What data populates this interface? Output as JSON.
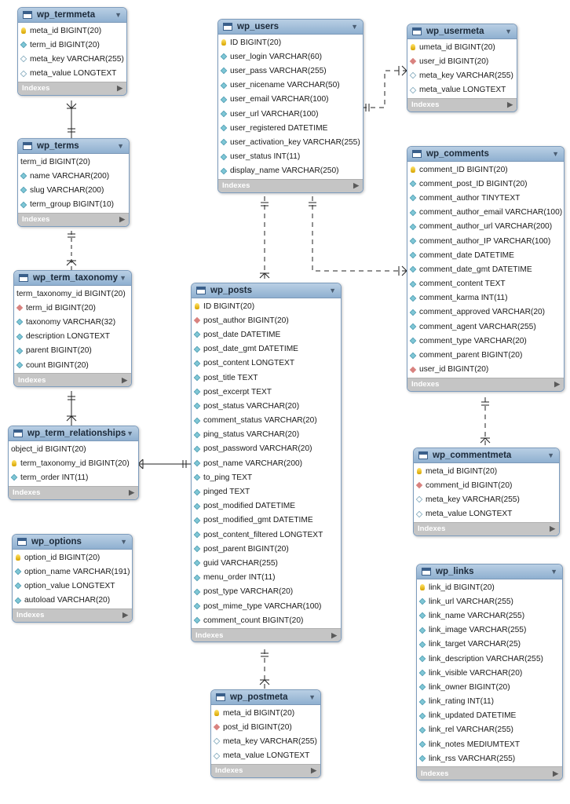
{
  "diagram": {
    "indexes_label": "Indexes",
    "tables": [
      {
        "name": "wp_termmeta",
        "columns": [
          {
            "text": "meta_id BIGINT(20)",
            "marker": "pk"
          },
          {
            "text": "term_id BIGINT(20)",
            "marker": "dia"
          },
          {
            "text": "meta_key VARCHAR(255)",
            "marker": "dia-o"
          },
          {
            "text": "meta_value LONGTEXT",
            "marker": "dia-o"
          }
        ]
      },
      {
        "name": "wp_terms",
        "columns": [
          {
            "text": "term_id BIGINT(20)",
            "marker": "none"
          },
          {
            "text": "name VARCHAR(200)",
            "marker": "dia"
          },
          {
            "text": "slug VARCHAR(200)",
            "marker": "dia"
          },
          {
            "text": "term_group BIGINT(10)",
            "marker": "dia"
          }
        ]
      },
      {
        "name": "wp_term_taxonomy",
        "columns": [
          {
            "text": "term_taxonomy_id BIGINT(20)",
            "marker": "none"
          },
          {
            "text": "term_id BIGINT(20)",
            "marker": "fk"
          },
          {
            "text": "taxonomy VARCHAR(32)",
            "marker": "dia"
          },
          {
            "text": "description LONGTEXT",
            "marker": "dia"
          },
          {
            "text": "parent BIGINT(20)",
            "marker": "dia"
          },
          {
            "text": "count BIGINT(20)",
            "marker": "dia"
          }
        ]
      },
      {
        "name": "wp_term_relationships",
        "columns": [
          {
            "text": "object_id BIGINT(20)",
            "marker": "none"
          },
          {
            "text": "term_taxonomy_id BIGINT(20)",
            "marker": "pk"
          },
          {
            "text": "term_order INT(11)",
            "marker": "dia"
          }
        ]
      },
      {
        "name": "wp_options",
        "columns": [
          {
            "text": "option_id BIGINT(20)",
            "marker": "pk"
          },
          {
            "text": "option_name VARCHAR(191)",
            "marker": "dia"
          },
          {
            "text": "option_value LONGTEXT",
            "marker": "dia"
          },
          {
            "text": "autoload VARCHAR(20)",
            "marker": "dia"
          }
        ]
      },
      {
        "name": "wp_users",
        "columns": [
          {
            "text": "ID BIGINT(20)",
            "marker": "pk"
          },
          {
            "text": "user_login VARCHAR(60)",
            "marker": "dia"
          },
          {
            "text": "user_pass VARCHAR(255)",
            "marker": "dia"
          },
          {
            "text": "user_nicename VARCHAR(50)",
            "marker": "dia"
          },
          {
            "text": "user_email VARCHAR(100)",
            "marker": "dia"
          },
          {
            "text": "user_url VARCHAR(100)",
            "marker": "dia"
          },
          {
            "text": "user_registered DATETIME",
            "marker": "dia"
          },
          {
            "text": "user_activation_key VARCHAR(255)",
            "marker": "dia"
          },
          {
            "text": "user_status INT(11)",
            "marker": "dia"
          },
          {
            "text": "display_name VARCHAR(250)",
            "marker": "dia"
          }
        ]
      },
      {
        "name": "wp_usermeta",
        "columns": [
          {
            "text": "umeta_id BIGINT(20)",
            "marker": "pk"
          },
          {
            "text": "user_id BIGINT(20)",
            "marker": "fk"
          },
          {
            "text": "meta_key VARCHAR(255)",
            "marker": "dia-o"
          },
          {
            "text": "meta_value LONGTEXT",
            "marker": "dia-o"
          }
        ]
      },
      {
        "name": "wp_comments",
        "columns": [
          {
            "text": "comment_ID BIGINT(20)",
            "marker": "pk"
          },
          {
            "text": "comment_post_ID BIGINT(20)",
            "marker": "dia"
          },
          {
            "text": "comment_author TINYTEXT",
            "marker": "dia"
          },
          {
            "text": "comment_author_email VARCHAR(100)",
            "marker": "dia"
          },
          {
            "text": "comment_author_url VARCHAR(200)",
            "marker": "dia"
          },
          {
            "text": "comment_author_IP VARCHAR(100)",
            "marker": "dia"
          },
          {
            "text": "comment_date DATETIME",
            "marker": "dia"
          },
          {
            "text": "comment_date_gmt DATETIME",
            "marker": "dia"
          },
          {
            "text": "comment_content TEXT",
            "marker": "dia"
          },
          {
            "text": "comment_karma INT(11)",
            "marker": "dia"
          },
          {
            "text": "comment_approved VARCHAR(20)",
            "marker": "dia"
          },
          {
            "text": "comment_agent VARCHAR(255)",
            "marker": "dia"
          },
          {
            "text": "comment_type VARCHAR(20)",
            "marker": "dia"
          },
          {
            "text": "comment_parent BIGINT(20)",
            "marker": "dia"
          },
          {
            "text": "user_id BIGINT(20)",
            "marker": "fk"
          }
        ]
      },
      {
        "name": "wp_posts",
        "columns": [
          {
            "text": "ID BIGINT(20)",
            "marker": "pk"
          },
          {
            "text": "post_author BIGINT(20)",
            "marker": "fk"
          },
          {
            "text": "post_date DATETIME",
            "marker": "dia"
          },
          {
            "text": "post_date_gmt DATETIME",
            "marker": "dia"
          },
          {
            "text": "post_content LONGTEXT",
            "marker": "dia"
          },
          {
            "text": "post_title TEXT",
            "marker": "dia"
          },
          {
            "text": "post_excerpt TEXT",
            "marker": "dia"
          },
          {
            "text": "post_status VARCHAR(20)",
            "marker": "dia"
          },
          {
            "text": "comment_status VARCHAR(20)",
            "marker": "dia"
          },
          {
            "text": "ping_status VARCHAR(20)",
            "marker": "dia"
          },
          {
            "text": "post_password VARCHAR(20)",
            "marker": "dia"
          },
          {
            "text": "post_name VARCHAR(200)",
            "marker": "dia"
          },
          {
            "text": "to_ping TEXT",
            "marker": "dia"
          },
          {
            "text": "pinged TEXT",
            "marker": "dia"
          },
          {
            "text": "post_modified DATETIME",
            "marker": "dia"
          },
          {
            "text": "post_modified_gmt DATETIME",
            "marker": "dia"
          },
          {
            "text": "post_content_filtered LONGTEXT",
            "marker": "dia"
          },
          {
            "text": "post_parent BIGINT(20)",
            "marker": "dia"
          },
          {
            "text": "guid VARCHAR(255)",
            "marker": "dia"
          },
          {
            "text": "menu_order INT(11)",
            "marker": "dia"
          },
          {
            "text": "post_type VARCHAR(20)",
            "marker": "dia"
          },
          {
            "text": "post_mime_type VARCHAR(100)",
            "marker": "dia"
          },
          {
            "text": "comment_count BIGINT(20)",
            "marker": "dia"
          }
        ]
      },
      {
        "name": "wp_commentmeta",
        "columns": [
          {
            "text": "meta_id BIGINT(20)",
            "marker": "pk"
          },
          {
            "text": "comment_id BIGINT(20)",
            "marker": "fk"
          },
          {
            "text": "meta_key VARCHAR(255)",
            "marker": "dia-o"
          },
          {
            "text": "meta_value LONGTEXT",
            "marker": "dia-o"
          }
        ]
      },
      {
        "name": "wp_postmeta",
        "columns": [
          {
            "text": "meta_id BIGINT(20)",
            "marker": "pk"
          },
          {
            "text": "post_id BIGINT(20)",
            "marker": "fk"
          },
          {
            "text": "meta_key VARCHAR(255)",
            "marker": "dia-o"
          },
          {
            "text": "meta_value LONGTEXT",
            "marker": "dia-o"
          }
        ]
      },
      {
        "name": "wp_links",
        "columns": [
          {
            "text": "link_id BIGINT(20)",
            "marker": "pk"
          },
          {
            "text": "link_url VARCHAR(255)",
            "marker": "dia"
          },
          {
            "text": "link_name VARCHAR(255)",
            "marker": "dia"
          },
          {
            "text": "link_image VARCHAR(255)",
            "marker": "dia"
          },
          {
            "text": "link_target VARCHAR(25)",
            "marker": "dia"
          },
          {
            "text": "link_description VARCHAR(255)",
            "marker": "dia"
          },
          {
            "text": "link_visible VARCHAR(20)",
            "marker": "dia"
          },
          {
            "text": "link_owner BIGINT(20)",
            "marker": "dia"
          },
          {
            "text": "link_rating INT(11)",
            "marker": "dia"
          },
          {
            "text": "link_updated DATETIME",
            "marker": "dia"
          },
          {
            "text": "link_rel VARCHAR(255)",
            "marker": "dia"
          },
          {
            "text": "link_notes MEDIUMTEXT",
            "marker": "dia"
          },
          {
            "text": "link_rss VARCHAR(255)",
            "marker": "dia"
          }
        ]
      }
    ]
  }
}
